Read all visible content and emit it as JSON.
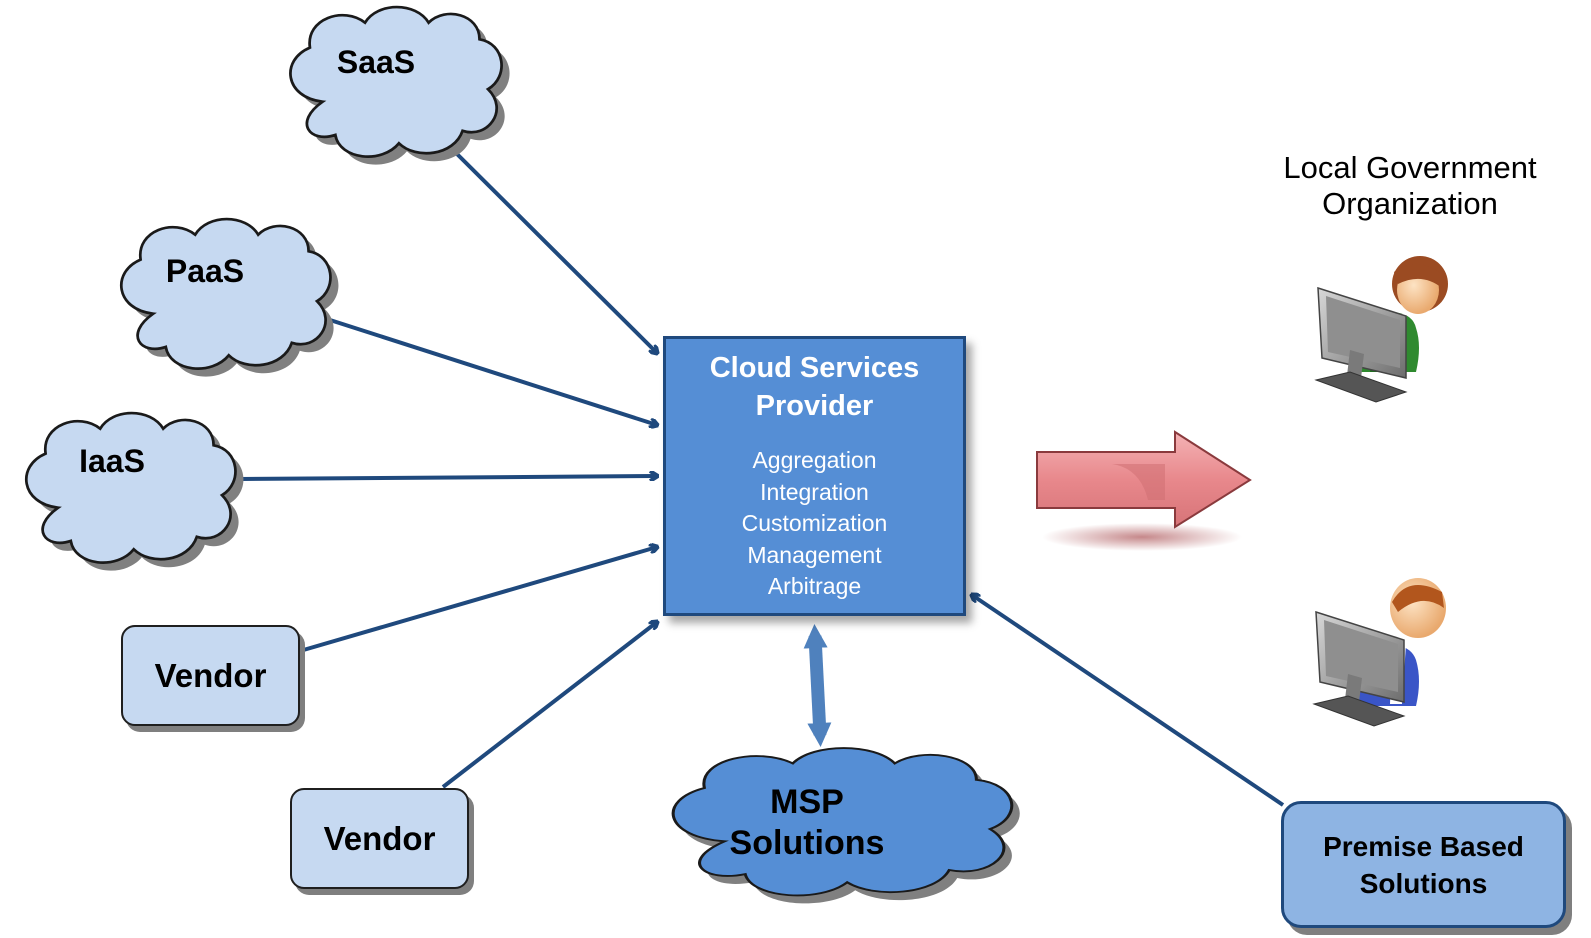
{
  "clouds": {
    "saas": "SaaS",
    "paas": "PaaS",
    "iaas": "IaaS",
    "msp": [
      "MSP",
      "Solutions"
    ]
  },
  "vendors": [
    "Vendor",
    "Vendor"
  ],
  "provider": {
    "title": [
      "Cloud Services",
      "Provider"
    ],
    "functions": [
      "Aggregation",
      "Integration",
      "Customization",
      "Management",
      "Arbitrage"
    ]
  },
  "premise": [
    "Premise Based",
    "Solutions"
  ],
  "organization": {
    "label": [
      "Local Government",
      "Organization"
    ],
    "users": [
      {
        "icon": "female-computer-user-icon"
      },
      {
        "icon": "male-computer-user-icon"
      }
    ]
  },
  "colors": {
    "cloud_light": "#c6d9f1",
    "cloud_msp": "#558ed5",
    "provider_fill": "#558ed5",
    "connector": "#1f497d",
    "premise_fill": "#8eb4e3",
    "big_arrow": "#e6868a"
  }
}
